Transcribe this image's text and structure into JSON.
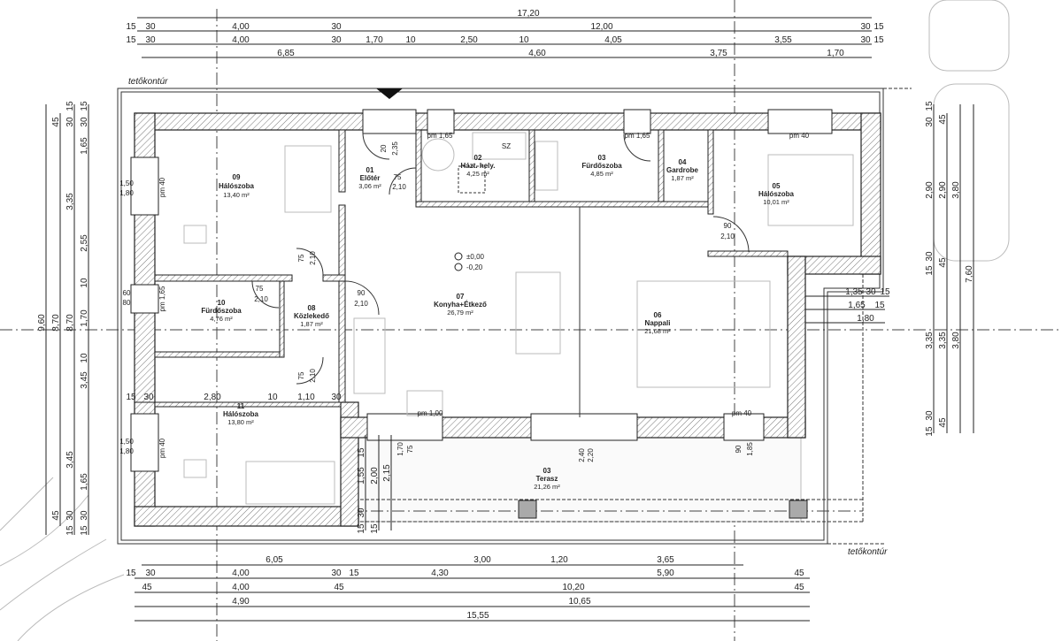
{
  "labels": {
    "roof_outline_top": "tetőkontúr",
    "roof_outline_bottom": "tetőkontúr",
    "sz": "SZ"
  },
  "levels": [
    "±0,00",
    "-0,20"
  ],
  "rooms": [
    {
      "number": "09",
      "name": "Hálószoba",
      "area": "13,40 m²"
    },
    {
      "number": "01",
      "name": "Előtér",
      "area": "3,06 m²"
    },
    {
      "number": "02",
      "name": "Házt. hely.",
      "area": "4,25 m²"
    },
    {
      "number": "03",
      "name": "Fürdőszoba",
      "area": "4,85 m²"
    },
    {
      "number": "04",
      "name": "Gardrobe",
      "area": "1,87 m²"
    },
    {
      "number": "05",
      "name": "Hálószoba",
      "area": "10,01 m²"
    },
    {
      "number": "10",
      "name": "Fürdőszoba",
      "area": "4,76 m²"
    },
    {
      "number": "08",
      "name": "Közlekedő",
      "area": "1,87 m²"
    },
    {
      "number": "07",
      "name": "Konyha+Étkező",
      "area": "26,79 m²"
    },
    {
      "number": "06",
      "name": "Nappali",
      "area": "21,68 m²"
    },
    {
      "number": "11",
      "name": "Hálószoba",
      "area": "13,80 m²"
    },
    {
      "number": "03",
      "name": "Terasz",
      "area": "21,26 m²"
    }
  ],
  "dims_top": {
    "row1": [
      "17,20"
    ],
    "row2": [
      "15",
      "30",
      "4,00",
      "30",
      "12,00",
      "30",
      "15"
    ],
    "row3": [
      "15",
      "30",
      "4,00",
      "30",
      "1,70",
      "10",
      "2,50",
      "10",
      "4,05",
      "3,55",
      "30",
      "15"
    ],
    "row4": [
      "6,85",
      "4,60",
      "3,75",
      "1,70"
    ]
  },
  "dims_bottom": {
    "row1": [
      "6,05",
      "3,00",
      "1,20",
      "3,65"
    ],
    "row2": [
      "15",
      "30",
      "4,00",
      "30",
      "15",
      "4,30",
      "5,90",
      "45"
    ],
    "row3": [
      "45",
      "4,00",
      "45",
      "10,20",
      "45"
    ],
    "row4": [
      "4,90",
      "10,65"
    ],
    "row5": [
      "15,55"
    ]
  },
  "dims_left": {
    "col1": [
      "9,60"
    ],
    "col2": [
      "45",
      "8,70",
      "45"
    ],
    "col3": [
      "30",
      "15",
      "3,35",
      "8,70",
      "3,45",
      "15",
      "30"
    ],
    "col4": [
      "30",
      "15",
      "1,65",
      "2,55",
      "10",
      "1,70",
      "10",
      "3,45",
      "1,65",
      "15",
      "30"
    ]
  },
  "dims_right": {
    "col1": [
      "15",
      "30",
      "2,90",
      "30",
      "15",
      "3,35",
      "30",
      "15"
    ],
    "col2": [
      "45",
      "2,90",
      "45",
      "3,35",
      "45"
    ],
    "col3": [
      "3,80",
      "3,80"
    ],
    "col4": [
      "7,60"
    ],
    "inner": [
      "1,35",
      "30",
      "15",
      "1,65",
      "15",
      "1,80"
    ]
  },
  "openings": {
    "w_02": "pm 1,65",
    "w_03": "pm 1,65",
    "w_05": "pm 40",
    "w_09_a": "1,50",
    "w_09_b": "1,80",
    "w_09_pm": "pm 40",
    "d_entry_a": "20",
    "d_entry_b": "2,35",
    "d_01_a": "75",
    "d_01_b": "2,10",
    "d_05_a": "90",
    "d_05_b": "2,10",
    "d_09_a": "75",
    "d_09_b": "2,10",
    "d_10_a": "75",
    "d_10_b": "2,10",
    "d_08_a": "90",
    "d_08_b": "2,10",
    "w_10_a": "60",
    "w_10_b": "80",
    "w_10_pm": "pm 1,65",
    "d_11_a": "75",
    "d_11_b": "2,10",
    "w_11_a": "1,50",
    "w_11_b": "1,80",
    "w_11_pm": "pm 40",
    "w_kitchen_pm": "pm 1,00",
    "w_kitchen_a": "1,70",
    "w_kitchen_b": "75",
    "d_terrace_a": "2,40",
    "d_terrace_b": "2,20",
    "w_living_pm": "pm 40",
    "w_living_a": "90",
    "w_living_b": "1,85"
  },
  "inner_dims": {
    "room11": [
      "15",
      "30",
      "2,80",
      "10",
      "1,10",
      "30"
    ],
    "terrace": [
      "15",
      "1,55",
      "2,00",
      "2,15",
      "30",
      "15",
      "15"
    ]
  }
}
